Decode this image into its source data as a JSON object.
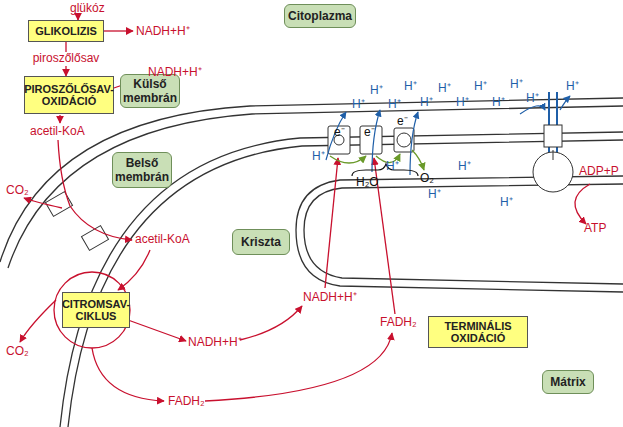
{
  "diagram": {
    "nodes": [
      {
        "text": [
          "GLIKOLIZIS"
        ]
      },
      {
        "text": [
          "PIROSZŐLŐSAV-OXIDÁCIÓ"
        ]
      },
      {
        "text": [
          "Külső membrán"
        ]
      },
      {
        "text": [
          "Belső membrán"
        ]
      },
      {
        "text": [
          "Citoplazma"
        ]
      },
      {
        "text": [
          "Kriszta"
        ]
      },
      {
        "text": [
          "Mátrix"
        ]
      },
      {
        "text": [
          "CITROMSAV-CIKLUS"
        ]
      },
      {
        "text": [
          "TERMINÁLIS OXIDÁCIÓ"
        ]
      }
    ],
    "edges": [
      {
        "from": 0,
        "to": 1,
        "label": "piroszőlősav",
        "arrow": "to"
      }
    ],
    "labels": [
      "glükóz",
      "NADH+H⁺",
      "NADH+H⁺",
      "acetil-KoA",
      "CO₂",
      "acetil-KoA",
      "CO₂",
      "NADH+H⁺",
      "FADH₂",
      "NADH+H⁺",
      "FADH₂",
      "ADP+P",
      "ATP",
      "O₂",
      "H₂O",
      "e⁻",
      "e⁻",
      "e⁻",
      "H⁺",
      "H⁺",
      "H⁺",
      "H⁺",
      "H⁺",
      "H⁺",
      "H⁺",
      "H⁺",
      "H⁺",
      "H⁺",
      "H⁺",
      "H⁺",
      "H⁺",
      "H⁺",
      "H⁺",
      "H⁺",
      "H⁺"
    ]
  }
}
